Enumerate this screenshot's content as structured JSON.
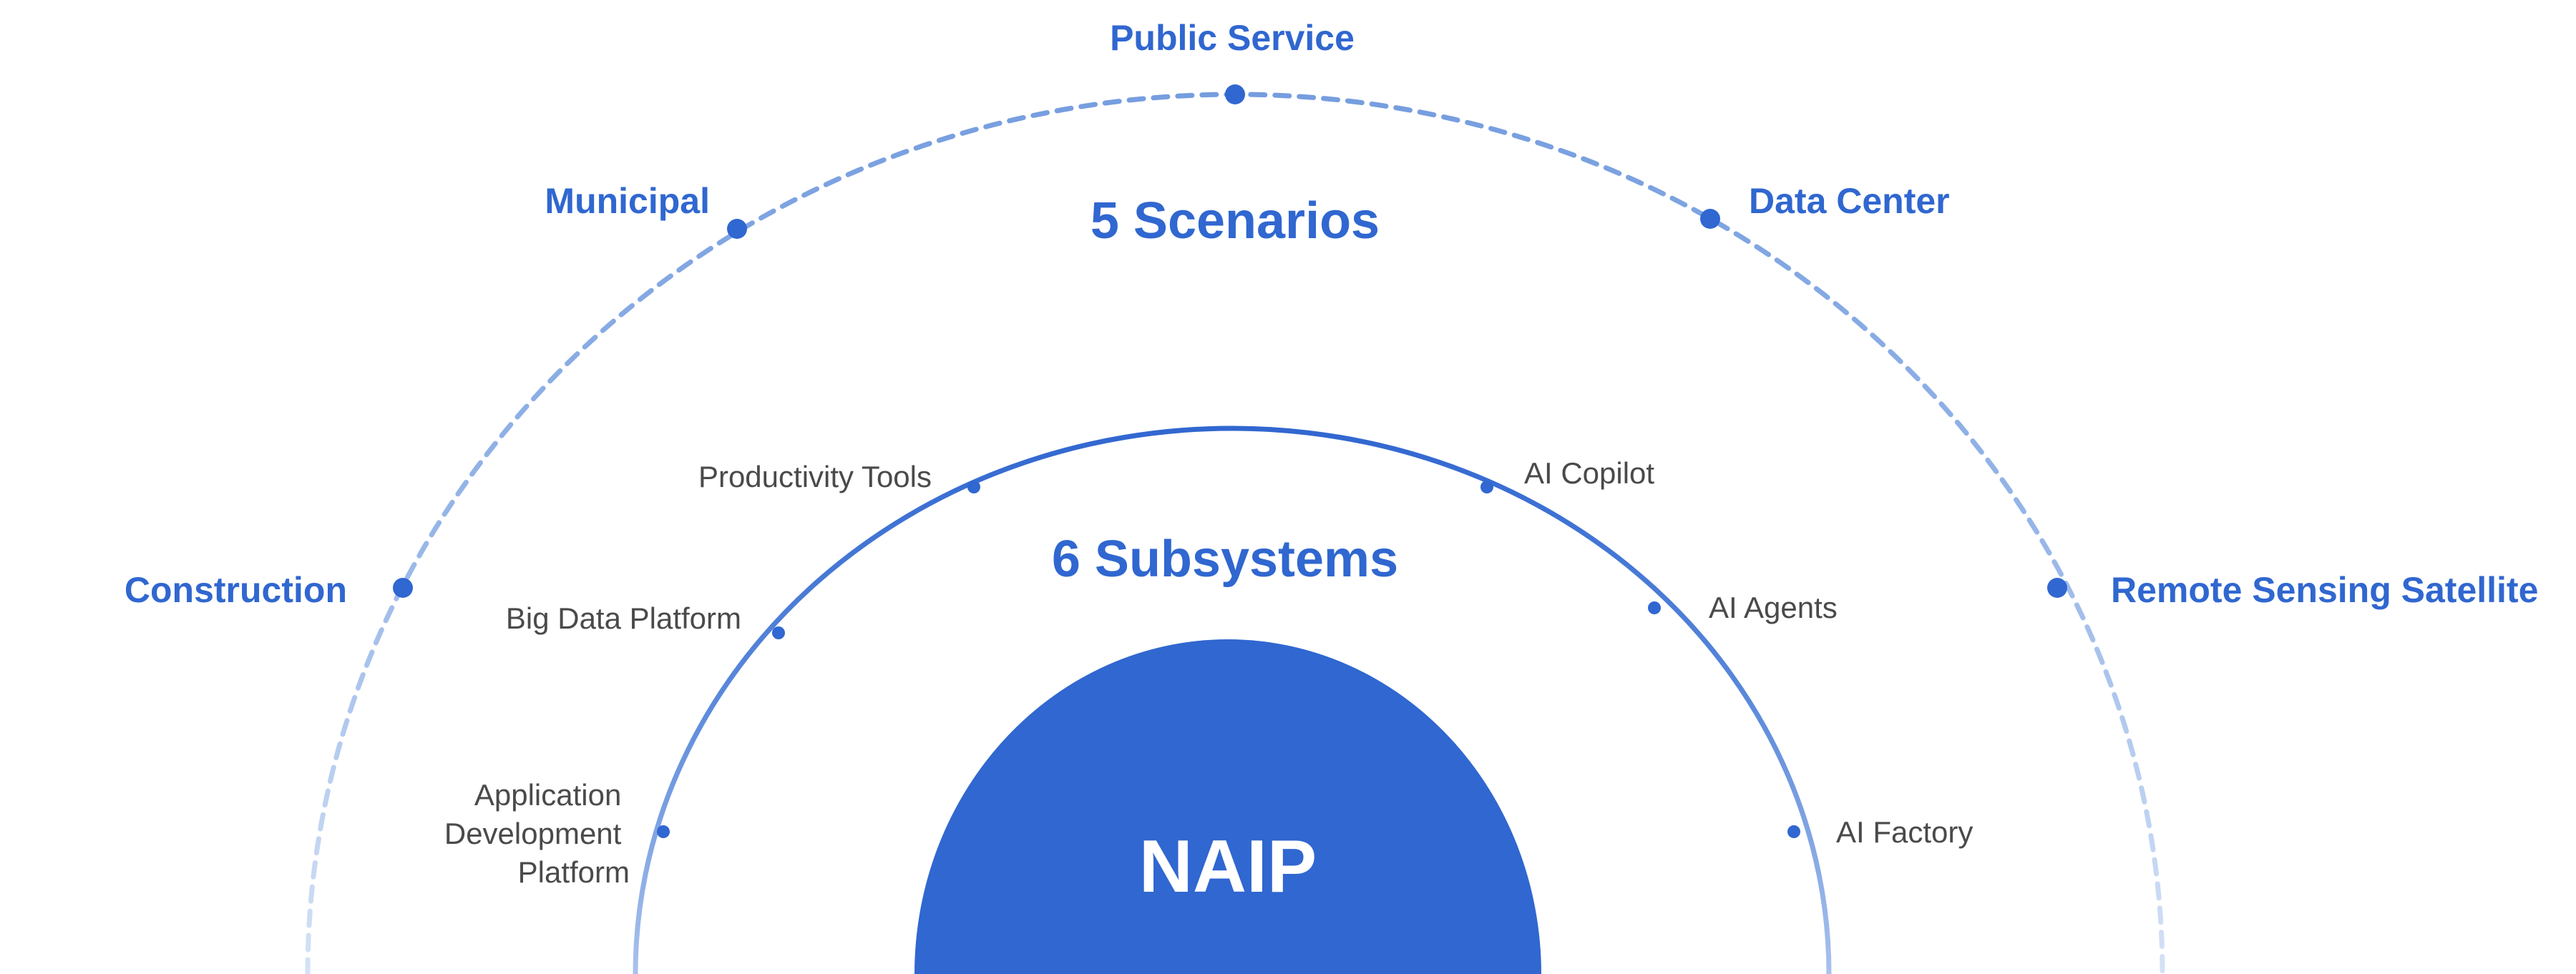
{
  "colors": {
    "accent": "#3067d0",
    "outer_arc": "#8eb0e6",
    "inner_arc": "#3d6fd1",
    "subsystem_text": "#4a4a4a",
    "core_text": "#ffffff",
    "background": "#ffffff"
  },
  "core": {
    "label": "NAIP"
  },
  "subsystems": {
    "title": "6 Subsystems",
    "items": [
      {
        "label": "Productivity Tools"
      },
      {
        "label": "Big Data Platform"
      },
      {
        "label": "Application Development Platform",
        "lines": [
          "Application",
          "Development",
          "Platform"
        ]
      },
      {
        "label": "AI Copilot"
      },
      {
        "label": "AI Agents"
      },
      {
        "label": "AI Factory"
      }
    ]
  },
  "scenarios": {
    "title": "5 Scenarios",
    "items": [
      {
        "label": "Public Service"
      },
      {
        "label": "Municipal"
      },
      {
        "label": "Data Center"
      },
      {
        "label": "Construction"
      },
      {
        "label": "Remote Sensing Satellite"
      }
    ]
  }
}
